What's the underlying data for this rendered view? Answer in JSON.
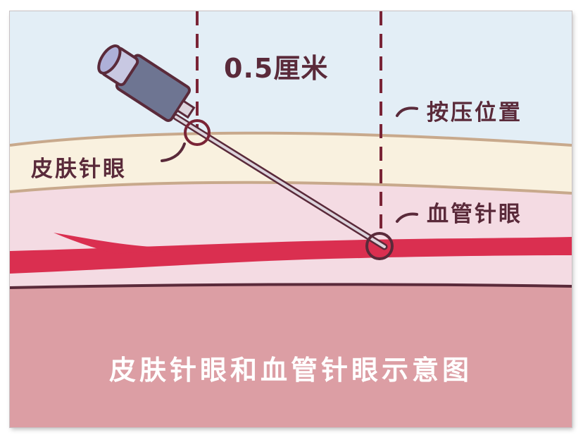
{
  "diagram": {
    "distance_label": "0.5厘米",
    "press_label": "按压位置",
    "skin_puncture_label": "皮肤针眼",
    "vessel_puncture_label": "血管针眼",
    "caption": "皮肤针眼和血管针眼示意图"
  },
  "colors": {
    "sky": "#e3eef6",
    "skin_layer": "#f9f1df",
    "skin_line": "#c8a98c",
    "tissue": "#f4dbe3",
    "vessel": "#da2f50",
    "muscle": "#dc9ea4",
    "outline": "#5a2a3a",
    "needle_hub": "#6e7592",
    "caption_text": "#ffffff"
  }
}
